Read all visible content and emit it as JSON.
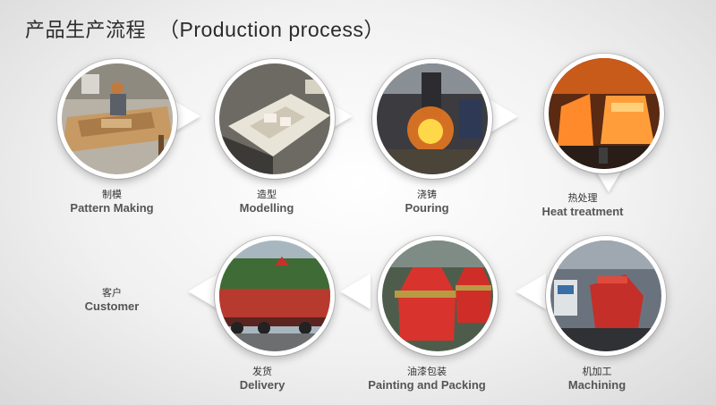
{
  "title": {
    "cn": "产品生产流程",
    "en": "（Production process）"
  },
  "steps": [
    {
      "cn": "制模",
      "en": "Pattern Making",
      "icon": "pattern-making-photo"
    },
    {
      "cn": "造型",
      "en": "Modelling",
      "icon": "modelling-photo"
    },
    {
      "cn": "浇铸",
      "en": "Pouring",
      "icon": "pouring-photo"
    },
    {
      "cn": "热处理",
      "en": "Heat treatment",
      "icon": "heat-treatment-photo"
    },
    {
      "cn": "机加工",
      "en": "Machining",
      "icon": "machining-photo"
    },
    {
      "cn": "油漆包装",
      "en": "Painting and Packing",
      "icon": "painting-packing-photo"
    },
    {
      "cn": "发货",
      "en": "Delivery",
      "icon": "delivery-photo"
    },
    {
      "cn": "客户",
      "en": "Customer",
      "icon": "customer-label"
    }
  ],
  "colors": {
    "casting_red": "#d8332c",
    "fire_orange": "#f07a1e",
    "wood": "#c79a64"
  }
}
